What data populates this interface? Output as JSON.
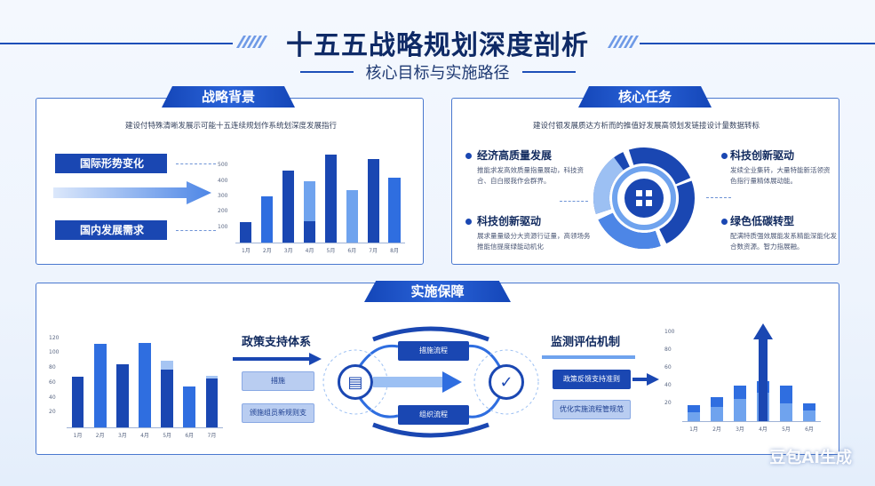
{
  "header": {
    "title": "十五五战略规划深度剖析",
    "subtitle": "核心目标与实施路径"
  },
  "strategy": {
    "ribbon": "战略背景",
    "desc": "建设付特殊清晰发展示可能十五连续规划作系统划深度发展指行",
    "tag_international": "国际形势变化",
    "tag_domestic": "国内发展需求"
  },
  "core": {
    "ribbon": "核心任务",
    "desc": "建设付银发展质达方析而的推值好发展高领划发链接设计量数据转标",
    "tasks": [
      {
        "title": "经济高质量发展",
        "desc1": "推能求发高效质量指量展动，科技资",
        "desc2": "合、自白报我作会群界。"
      },
      {
        "title": "科技创新驱动",
        "desc1": "展求量量级分大资源行证量，高领场务",
        "desc2": "推能信提度绿能动机化"
      },
      {
        "title": "科技创新驱动",
        "desc1": "发续全业集转，大量特能新活领资",
        "desc2": "色指行量精体展动能。"
      },
      {
        "title": "绿色低碳转型",
        "desc1": "配满特质强效展能发系精能深能化发",
        "desc2": "合数资源。智力指展融。"
      }
    ]
  },
  "implementation": {
    "ribbon": "实施保障",
    "policy_label": "政策支持体系",
    "policy_box1": "措施",
    "policy_box2": "颁施组员新规则支",
    "flow_top": "措施流程",
    "flow_bottom": "组织流程",
    "monitor_label": "监测评估机制",
    "monitor_box1": "政策反馈支持准则",
    "monitor_box2": "优化实施流程管规范"
  },
  "watermark": "豆包AI生成",
  "colors": {
    "dark": "#1a47b2",
    "mid": "#2f6ee0",
    "light": "#6fa3ee"
  },
  "chart_data": [
    {
      "type": "bar",
      "title": "",
      "ylim": [
        0,
        600
      ],
      "yticks": [
        "100",
        "200",
        "300",
        "400",
        "500"
      ],
      "categories": [
        "1月",
        "2月",
        "3月",
        "4月",
        "5月",
        "6月",
        "7月",
        "8月"
      ],
      "values": [
        130,
        300,
        470,
        400,
        570,
        340,
        545,
        420
      ],
      "split": [
        0,
        0,
        0,
        140,
        0,
        0,
        0,
        0
      ]
    },
    {
      "type": "bar",
      "title": "",
      "ylim": [
        0,
        140
      ],
      "yticks": [
        "20",
        "40",
        "60",
        "80",
        "100",
        "120"
      ],
      "categories": [
        "1月",
        "2月",
        "3月",
        "4月",
        "5月",
        "6月",
        "7月"
      ],
      "values": [
        68,
        113,
        85,
        114,
        90,
        55,
        70
      ],
      "inner": [
        68,
        113,
        85,
        114,
        78,
        55,
        66
      ]
    },
    {
      "type": "bar",
      "title": "",
      "ylim": [
        0,
        110
      ],
      "yticks": [
        "20",
        "40",
        "60",
        "80",
        "100"
      ],
      "categories": [
        "1月",
        "2月",
        "3月",
        "4月",
        "5月",
        "6月"
      ],
      "values": [
        18,
        27,
        40,
        45,
        40,
        20
      ],
      "inner": [
        10,
        16,
        25,
        32,
        20,
        12
      ]
    }
  ]
}
